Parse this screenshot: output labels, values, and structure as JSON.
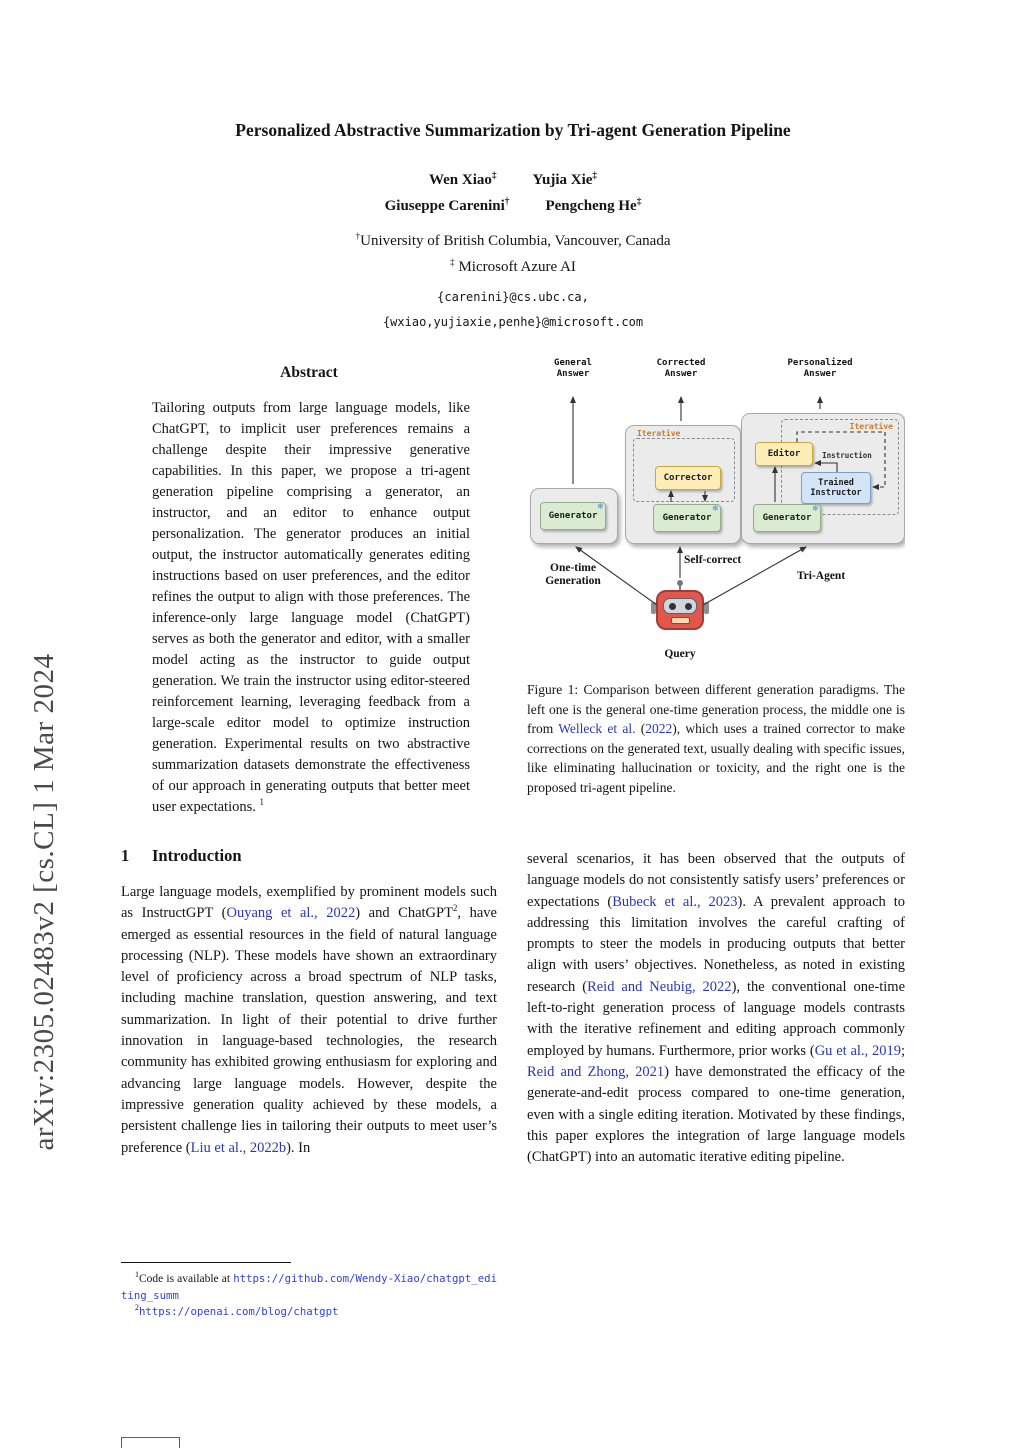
{
  "arxiv_label": "arXiv:2305.02483v2  [cs.CL]  1 Mar 2024",
  "header": {
    "title": "Personalized Abstractive Summarization by Tri-agent Generation Pipeline",
    "authors_line1": [
      {
        "t": "Wen Xiao"
      },
      {
        "t": "‡",
        "c": "sup"
      },
      {
        "t": "",
        "c": "gap"
      },
      {
        "t": "Yujia Xie"
      },
      {
        "t": "‡",
        "c": "sup"
      }
    ],
    "authors_line2": [
      {
        "t": "Giuseppe Carenini"
      },
      {
        "t": "†",
        "c": "sup"
      },
      {
        "t": "",
        "c": "gap"
      },
      {
        "t": "Pengcheng He"
      },
      {
        "t": "‡",
        "c": "sup"
      }
    ],
    "affiliation1": [
      {
        "t": "†",
        "c": "sup"
      },
      {
        "t": "University of British Columbia, Vancouver, Canada"
      }
    ],
    "affiliation2": [
      {
        "t": "‡",
        "c": "sup"
      },
      {
        "t": " Microsoft Azure AI"
      }
    ],
    "email1": "{carenini}@cs.ubc.ca,",
    "email2": "{wxiao,yujiaxie,penhe}@microsoft.com"
  },
  "abstract": {
    "heading": "Abstract",
    "body": [
      {
        "t": "Tailoring outputs from large language models, like ChatGPT, to implicit user preferences remains a challenge despite their impressive generative capabilities. In this paper, we propose a tri-agent generation pipeline comprising a generator, an instructor, and an editor to enhance output personalization. The generator produces an initial output, the instructor automatically generates editing instructions based on user preferences, and the editor refines the output to align with those preferences. The inference-only large language model (ChatGPT) serves as both the generator and editor, with a smaller model acting as the instructor to guide output generation. We train the instructor using editor-steered reinforcement learning, leveraging feedback from a large-scale editor model to optimize instruction generation. Experimental results on two abstractive summarization datasets demonstrate the effectiveness of our approach in generating outputs that better meet user expectations. "
      },
      {
        "t": "1",
        "c": "sup"
      }
    ]
  },
  "sections": {
    "intro": {
      "number": "1",
      "title": "Introduction"
    }
  },
  "intro_paragraph": [
    {
      "t": "Large language models, exemplified by prominent models such as InstructGPT ("
    },
    {
      "t": "Ouyang et al., 2022",
      "c": "link"
    },
    {
      "t": ") and ChatGPT"
    },
    {
      "t": "2",
      "c": "sup"
    },
    {
      "t": ", have emerged as essential resources in the field of natural language processing (NLP). These models have shown an extraordinary level of proficiency across a broad spectrum of NLP tasks, including machine translation, question answering, and text summarization. In light of their potential to drive further innovation in language-based technologies, the research community has exhibited growing enthusiasm for exploring and advancing large language models.  However, despite the impressive generation quality achieved by these models, a persistent challenge lies in tailoring their outputs to meet user’s preference ("
    },
    {
      "t": "Liu et al., 2022b",
      "c": "link"
    },
    {
      "t": "). In"
    }
  ],
  "right_paragraph": [
    {
      "t": "several scenarios, it has been observed that the outputs of language models do not consistently satisfy users’ preferences or expectations ("
    },
    {
      "t": "Bubeck et al., 2023",
      "c": "link"
    },
    {
      "t": "). A prevalent approach to addressing this limitation involves the careful crafting of prompts to steer the models in producing outputs that better align with users’ objectives. Nonetheless, as noted in existing research ("
    },
    {
      "t": "Reid and Neubig, 2022",
      "c": "link"
    },
    {
      "t": "), the conventional one-time left-to-right generation process of language models contrasts with the iterative refinement and editing approach commonly employed by humans. Furthermore, prior works ("
    },
    {
      "t": "Gu et al., 2019",
      "c": "link"
    },
    {
      "t": "; "
    },
    {
      "t": "Reid and Zhong, 2021",
      "c": "link"
    },
    {
      "t": ") have demonstrated the efficacy of the generate-and-edit process compared to one-time generation, even with a single editing iteration. Motivated by these findings, this paper explores the integration of large language models (ChatGPT) into an automatic iterative editing pipeline."
    }
  ],
  "figure_caption": [
    {
      "t": "Figure 1:  Comparison between different generation paradigms.  The left one is the general one-time generation process, the middle one is from "
    },
    {
      "t": "Welleck et al.",
      "c": "link"
    },
    {
      "t": " ("
    },
    {
      "t": "2022",
      "c": "link"
    },
    {
      "t": "), which uses a trained corrector to make corrections on the generated text, usually dealing with specific issues, like eliminating hallucination or toxicity, and the right one is the proposed tri-agent pipeline."
    }
  ],
  "footnotes": {
    "fn1": [
      {
        "t": "1",
        "c": "sup"
      },
      {
        "t": "Code is available at "
      },
      {
        "t": "https://github.com/Wendy-Xiao/chatgpt_editing_summ",
        "c": "code-link"
      }
    ],
    "fn2": [
      {
        "t": "2",
        "c": "sup"
      },
      {
        "t": "https://openai.com/blog/chatgpt",
        "c": "code-link"
      }
    ]
  },
  "figure": {
    "top_labels": {
      "general": "General\nAnswer",
      "corrected": "Corrected\nAnswer",
      "personalized": "Personalized\nAnswer"
    },
    "boxes": {
      "generator": "Generator",
      "corrector": "Corrector",
      "editor": "Editor",
      "trained_instructor": "Trained\nInstructor"
    },
    "annotations": {
      "iterative": "Iterative",
      "instruction": "Instruction",
      "snowflake": "❄"
    },
    "bottom_labels": {
      "one_time": "One-time\nGeneration",
      "self_correct": "Self-correct",
      "tri_agent": "Tri-Agent",
      "query": "Query"
    },
    "colors": {
      "generator_fill": "#d9ecd2",
      "corrector_fill": "#fdeeb8",
      "instructor_fill": "#d4e4f7",
      "panel_fill": "#ebebeb",
      "iterative_label": "#cc7a29",
      "snowflake": "#4a8fd4",
      "robot": "#e2574c"
    }
  }
}
